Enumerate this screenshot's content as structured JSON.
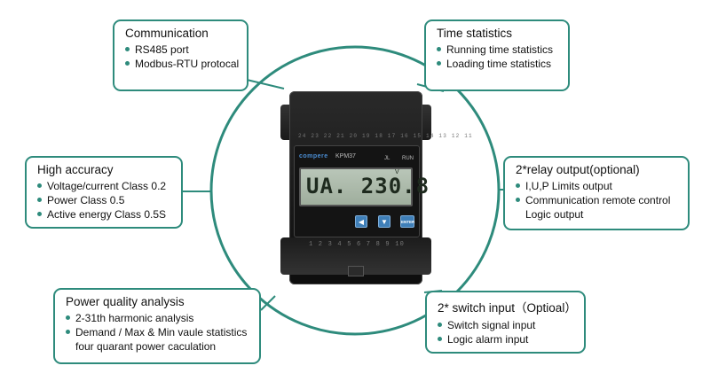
{
  "communication": {
    "title": "Communication",
    "items": [
      "RS485 port",
      "Modbus-RTU protocal"
    ]
  },
  "time_statistics": {
    "title": "Time statistics",
    "items": [
      "Running time statistics",
      "Loading time statistics"
    ]
  },
  "high_accuracy": {
    "title": "High accuracy",
    "items": [
      "Voltage/current Class 0.2",
      "Power Class 0.5",
      "Active energy Class 0.5S"
    ]
  },
  "relay_output": {
    "title": "2*relay output(optional)",
    "items": [
      "I,U,P Limits output",
      "Communication remote control"
    ],
    "continuation": "Logic output"
  },
  "power_quality": {
    "title": "Power quality analysis",
    "items": [
      "2-31th harmonic analysis",
      "Demand / Max & Min vaule statistics"
    ],
    "continuation": "four quarant power caculation"
  },
  "switch_input": {
    "title": "2* switch  input（Optioal）",
    "items": [
      "Switch signal input",
      "Logic alarm input"
    ]
  },
  "meter": {
    "brand": "compere",
    "model": "KPM37",
    "indicator_pulse": "JL",
    "indicator_run": "RUN",
    "display": "UA. 230.8",
    "display_unit": "V",
    "terminals_top": "24 23 22 21 20 19 18 17 16 15 14 13 12 11",
    "terminals_bottom": "1 2 3 4 5 6 7 8 9 10",
    "button_left": "◀",
    "button_down": "▼",
    "button_enter": "ENTER"
  },
  "colors": {
    "accent": "#2e8b7c",
    "lcd_background": "#aebbad",
    "meter_body": "#1a1a1a",
    "button": "#3f7fb8"
  }
}
